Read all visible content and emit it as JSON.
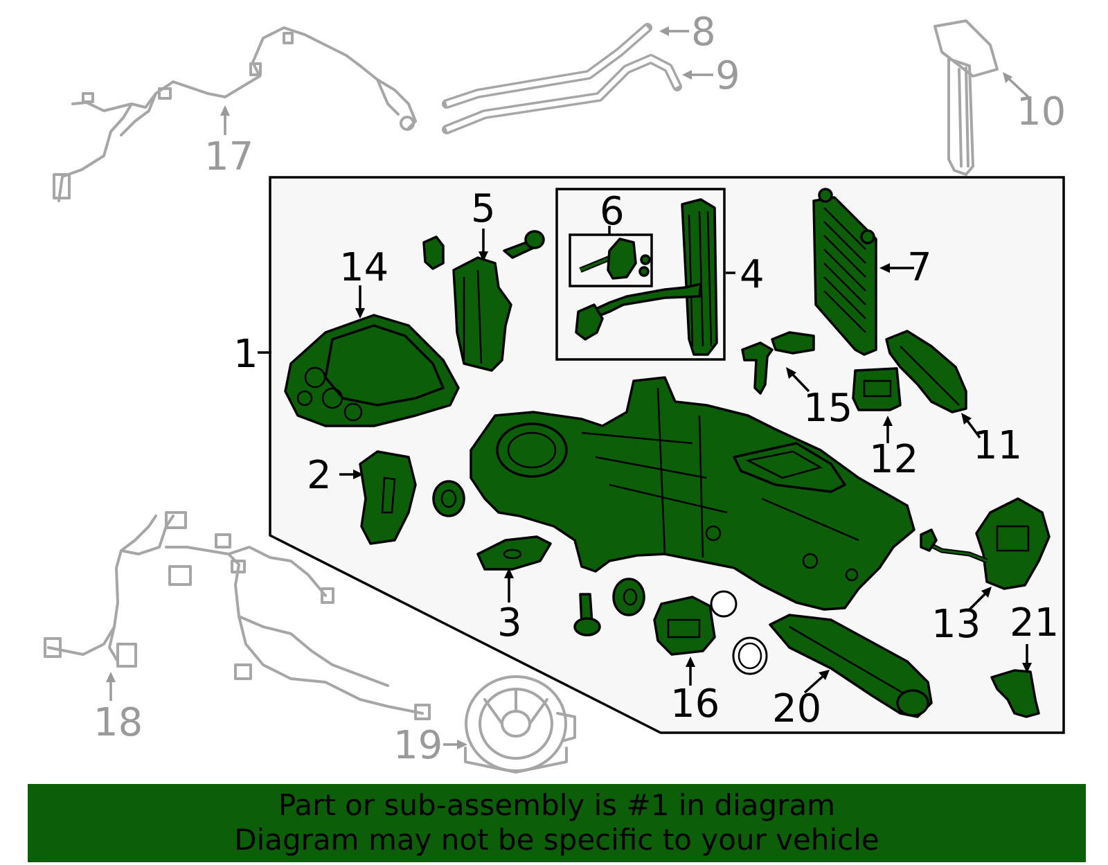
{
  "callouts": {
    "c1": "1",
    "c2": "2",
    "c3": "3",
    "c4": "4",
    "c5": "5",
    "c6": "6",
    "c7": "7",
    "c8": "8",
    "c9": "9",
    "c10": "10",
    "c11": "11",
    "c12": "12",
    "c13": "13",
    "c14": "14",
    "c15": "15",
    "c16": "16",
    "c17": "17",
    "c18": "18",
    "c19": "19",
    "c20": "20",
    "c21": "21"
  },
  "footer": {
    "line1": "Part or sub-assembly is #1 in diagram",
    "line2": "Diagram may not be specific to your vehicle"
  },
  "colors": {
    "highlight": "#0c5e08",
    "outline": "#000000",
    "external_part": "#a6a6a6",
    "callout_external": "#9a9a9a",
    "assembly_box_fill": "#f7f7f7"
  }
}
